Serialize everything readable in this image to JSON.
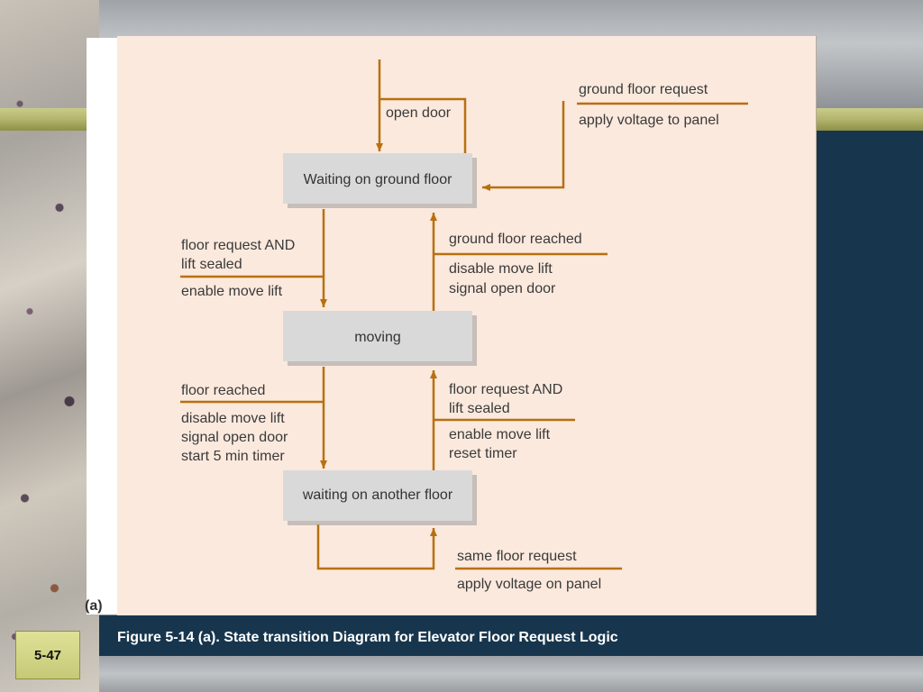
{
  "slide": {
    "number": "5-47",
    "caption": "Figure 5-14 (a).  State transition Diagram for Elevator Floor Request Logic",
    "fig_label": "(a)"
  },
  "colors": {
    "arrow": "#b8700f",
    "state_fill": "#d9d9d9",
    "panel": "#fbe9dd",
    "navy": "#17364d"
  },
  "diagram": {
    "states": {
      "ground": "Waiting on ground floor",
      "moving": "moving",
      "another": "waiting on another floor"
    },
    "transitions": {
      "open_door": "open door",
      "ground_request": {
        "event": "ground floor request",
        "action": "apply voltage to panel"
      },
      "ground_to_moving": {
        "event_lines": [
          "floor request AND",
          "lift sealed"
        ],
        "action_lines": [
          "enable move lift"
        ]
      },
      "moving_to_ground": {
        "event_lines": [
          "ground floor reached"
        ],
        "action_lines": [
          "disable move lift",
          "signal open door"
        ]
      },
      "moving_to_another": {
        "event_lines": [
          "floor reached"
        ],
        "action_lines": [
          "disable move lift",
          "signal open door",
          "start 5 min timer"
        ]
      },
      "another_to_moving": {
        "event_lines": [
          "floor request AND",
          "lift sealed"
        ],
        "action_lines": [
          "enable move lift",
          "reset timer"
        ]
      },
      "same_floor": {
        "event": "same floor request",
        "action": "apply voltage on panel"
      }
    }
  }
}
